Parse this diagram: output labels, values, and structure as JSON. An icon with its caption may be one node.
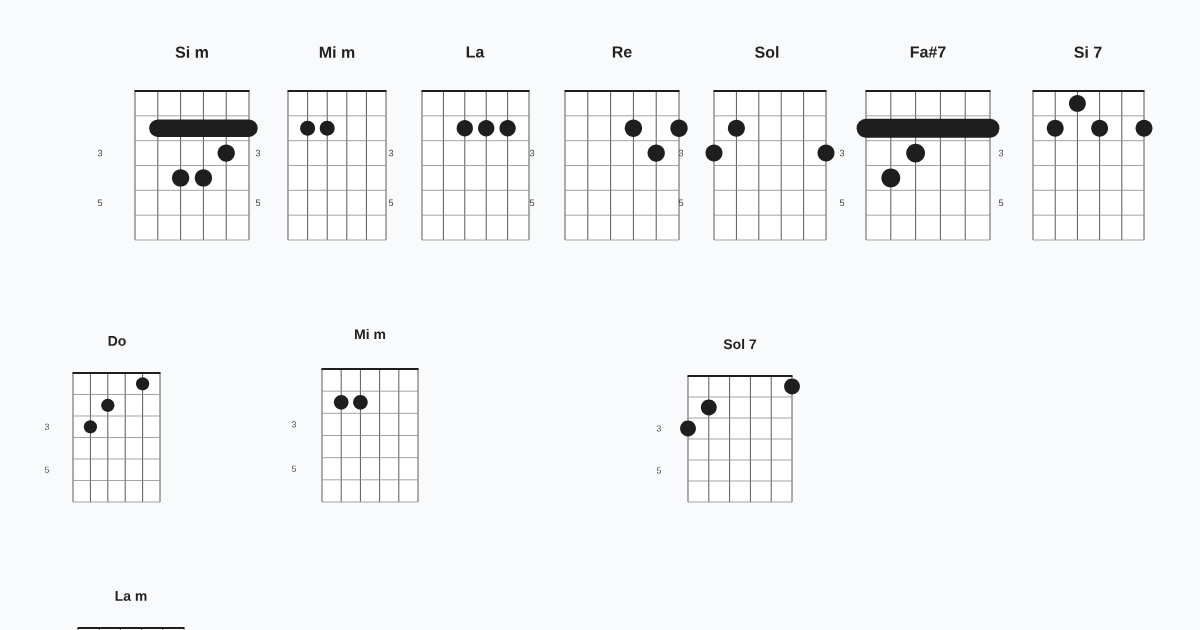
{
  "diagram": {
    "nodes": [
      {
        "text": [
          "Si m"
        ]
      },
      {
        "text": [
          "Mi m"
        ]
      },
      {
        "text": [
          "La"
        ]
      },
      {
        "text": [
          "Re"
        ]
      },
      {
        "text": [
          "Sol"
        ]
      },
      {
        "text": [
          "Fa#7"
        ]
      },
      {
        "text": [
          "Si 7"
        ]
      },
      {
        "text": [
          "Do"
        ]
      },
      {
        "text": [
          "Mi m"
        ]
      },
      {
        "text": [
          "Sol 7"
        ]
      },
      {
        "text": [
          "La m"
        ]
      }
    ],
    "labels": [
      "3",
      "3",
      "3",
      "3",
      "3",
      "3",
      "3",
      "5",
      "5",
      "5",
      "5",
      "5",
      "5",
      "5",
      "3",
      "3",
      "3",
      "5",
      "5",
      "5"
    ]
  }
}
